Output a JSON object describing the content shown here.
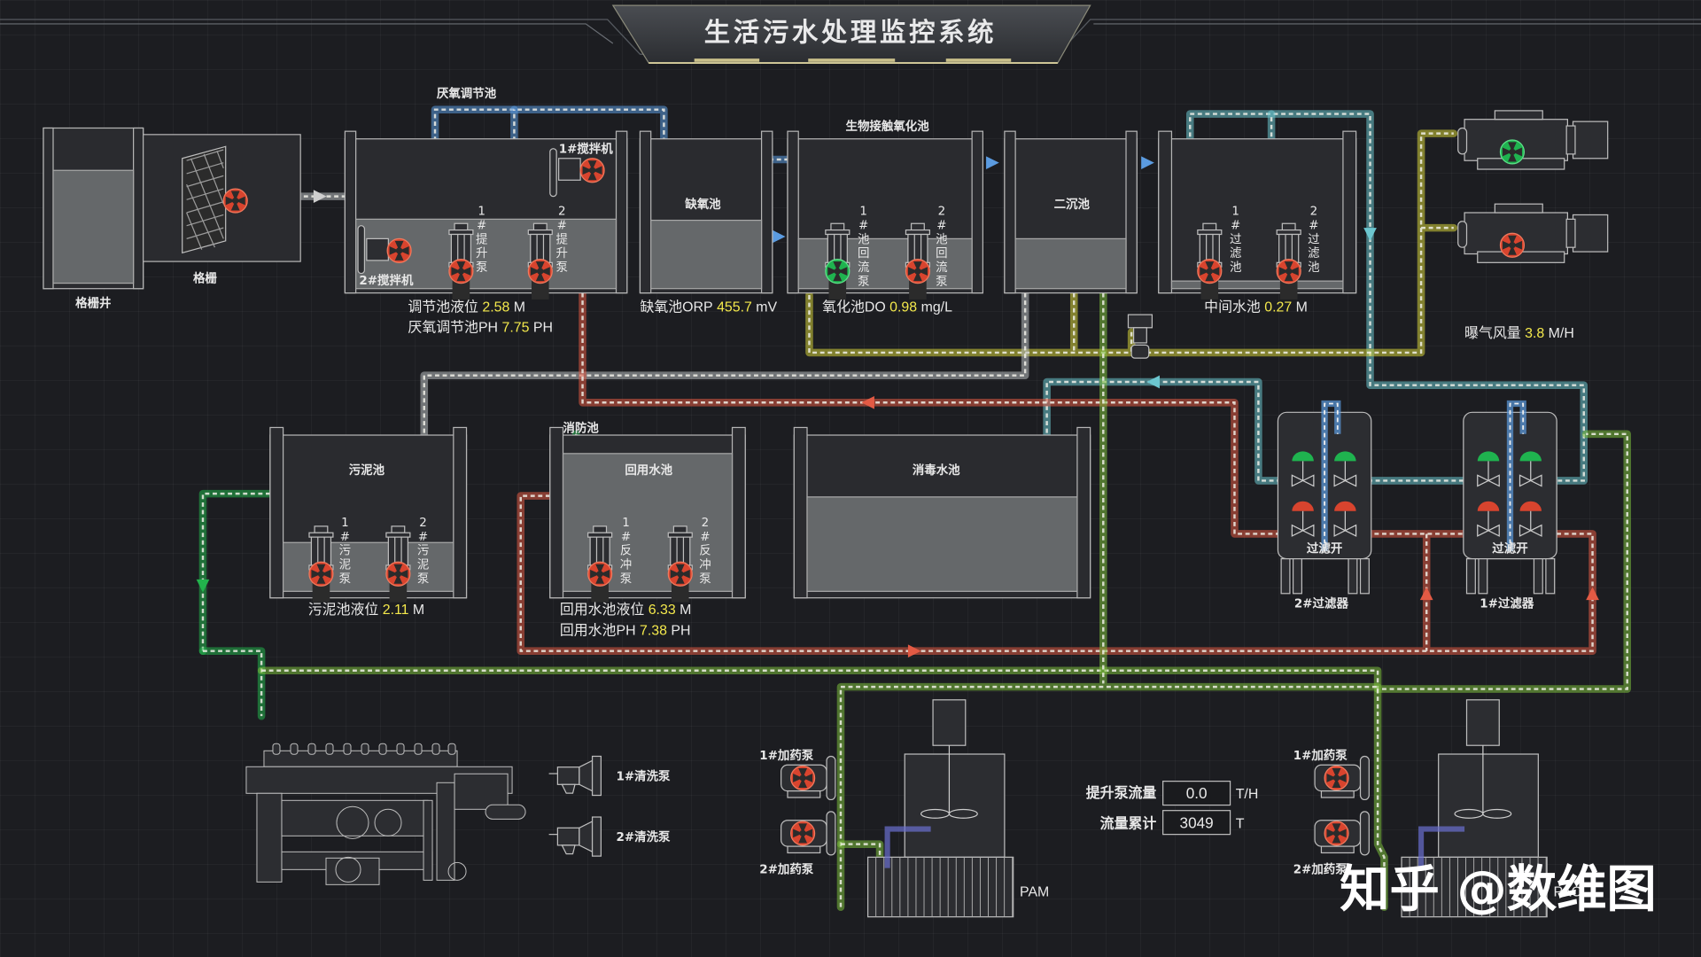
{
  "title": "生活污水处理监控系统",
  "colors": {
    "background": "#1c1d21",
    "value_highlight": "#f4e94c",
    "pump_running": "#1fb34f",
    "pump_stopped": "#d8442e",
    "pipe_blue": "#5b9be0",
    "pipe_cyan": "#6cc6cf",
    "pipe_yellow": "#d6d23a",
    "pipe_green": "#22b24c",
    "pipe_lime": "#7cbe3c",
    "pipe_red": "#e25a44",
    "pipe_gray": "#b8bcbf"
  },
  "units": {
    "grate_well": {
      "label": "格栅井"
    },
    "grate": {
      "label": "格栅"
    },
    "anaerobic": {
      "label": "厌氧调节池",
      "mixer1": "1#搅拌机",
      "mixer2": "2#搅拌机",
      "pump1": "1#提升泵",
      "pump2": "2#提升泵",
      "level_label": "调节池液位",
      "level_value": "2.58",
      "level_unit": "M",
      "ph_label": "厌氧调节池PH",
      "ph_value": "7.75",
      "ph_unit": "PH"
    },
    "anoxic": {
      "label": "缺氧池",
      "orp_label": "缺氧池ORP",
      "orp_value": "455.7",
      "orp_unit": "mV"
    },
    "bio_oxidation": {
      "label": "生物接触氧化池",
      "pump1": "1#池回流泵",
      "pump2": "2#池回流泵",
      "do_label": "氧化池DO",
      "do_value": "0.98",
      "do_unit": "mg/L"
    },
    "secondary_settling": {
      "label": "二沉池"
    },
    "intermediate": {
      "pump1": "1#过滤池",
      "pump2": "2#过滤池",
      "level_label": "中间水池",
      "level_value": "0.27",
      "level_unit": "M"
    },
    "blowers": {
      "airflow_label": "曝气风量",
      "airflow_value": "3.8",
      "airflow_unit": "M/H"
    },
    "sludge": {
      "label": "污泥池",
      "pump1": "1#污泥泵",
      "pump2": "2#污泥泵",
      "level_label": "污泥池液位",
      "level_value": "2.11",
      "level_unit": "M"
    },
    "reuse": {
      "label": "回用水池",
      "fire_label": "消防池",
      "pump1": "1#反冲泵",
      "pump2": "2#反冲泵",
      "level_label": "回用水池液位",
      "level_value": "6.33",
      "level_unit": "M",
      "ph_label": "回用水池PH",
      "ph_value": "7.38",
      "ph_unit": "PH"
    },
    "disinfection": {
      "label": "消毒水池"
    },
    "filters": [
      {
        "label": "2#过滤器",
        "status": "过滤开"
      },
      {
        "label": "1#过滤器",
        "status": "过滤开"
      }
    ],
    "wash_pumps": [
      "1#清洗泵",
      "2#清洗泵"
    ],
    "dosing_left": {
      "pump1": "1#加药泵",
      "pump2": "2#加药泵",
      "tank": "PAM"
    },
    "dosing_right": {
      "pump1": "1#加药泵",
      "pump2": "2#加药泵",
      "tank": "PAC"
    },
    "flow": {
      "rate_label": "提升泵流量",
      "rate_value": "0.0",
      "rate_unit": "T/H",
      "total_label": "流量累计",
      "total_value": "3049",
      "total_unit": "T"
    }
  },
  "pump_states": {
    "grate_pump": "stopped",
    "anaerobic_mixer1": "stopped",
    "anaerobic_mixer2": "stopped",
    "lift_pump1": "stopped",
    "lift_pump2": "stopped",
    "return_pump1": "running",
    "return_pump2": "stopped",
    "filter_pump1": "stopped",
    "filter_pump2": "stopped",
    "blower1": "running",
    "blower2": "stopped",
    "sludge_pump1": "stopped",
    "sludge_pump2": "stopped",
    "backwash_pump1": "stopped",
    "backwash_pump2": "stopped"
  },
  "watermark": "知乎 @数维图"
}
